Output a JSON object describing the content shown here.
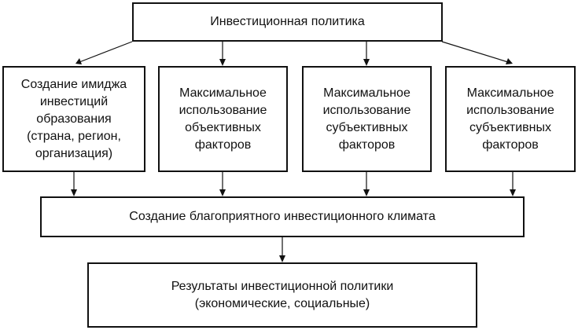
{
  "diagram": {
    "top": {
      "label": "Инвестиционная политика"
    },
    "factors": [
      {
        "label": "Создание имиджа\nинвестиций\nобразования\n(страна, регион,\nорганизация)"
      },
      {
        "label": "Максимальное\nиспользование\nобъективных\nфакторов"
      },
      {
        "label": "Максимальное\nиспользование\nсубъективных\nфакторов"
      },
      {
        "label": "Максимальное\nиспользование\nсубъективных\nфакторов"
      }
    ],
    "middle": {
      "label": "Создание благоприятного инвестиционного климата"
    },
    "bottom": {
      "label": "Результаты инвестиционной политики\n(экономические, социальные)"
    },
    "line_color": "#111111"
  }
}
